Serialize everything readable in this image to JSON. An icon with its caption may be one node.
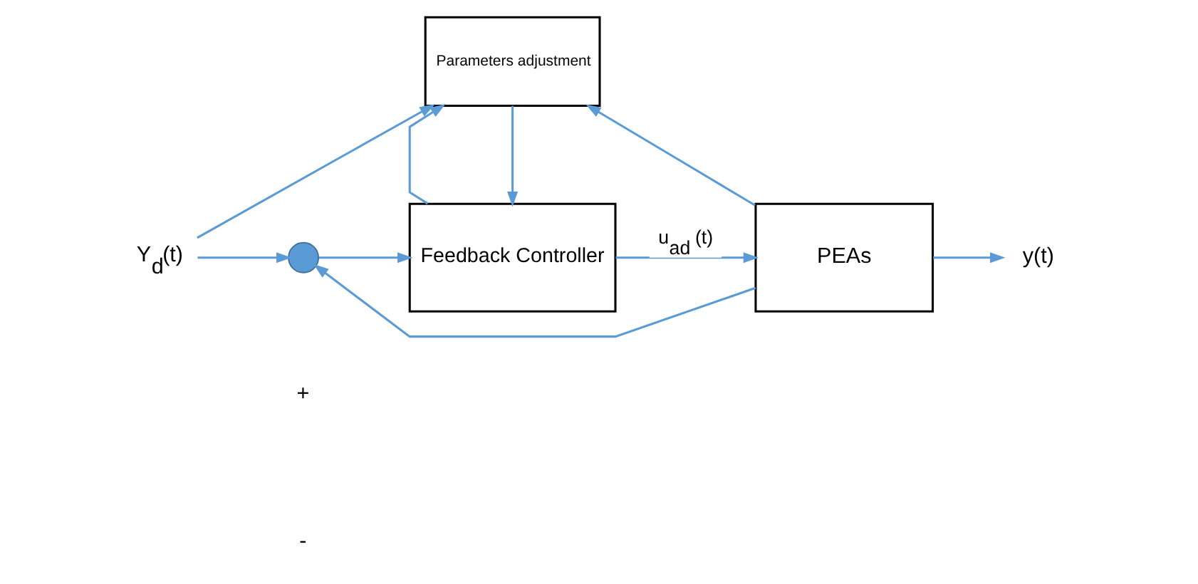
{
  "diagram": {
    "nodes": [
      {
        "text": [
          "Parameters adjustment"
        ]
      },
      {
        "text": [
          "Y$_{d}$(t)"
        ]
      },
      {
        "text": [],
        "shape": "circle"
      },
      {
        "text": [
          "Feedback Controller"
        ]
      },
      {
        "text": [
          "PEAs"
        ]
      },
      {
        "text": [
          "y(t)"
        ]
      }
    ],
    "edges": [
      {
        "from": 1,
        "to": 0,
        "arrow": "to"
      },
      {
        "from": 1,
        "to": 2,
        "arrow": "to"
      },
      {
        "from": 2,
        "to": 3,
        "arrow": "to"
      },
      {
        "from": 0,
        "to": 3,
        "arrow": "to"
      },
      {
        "from": 3,
        "to": 4,
        "arrow": "to",
        "label": "u$_{ad}$ (t)"
      },
      {
        "from": 3,
        "to": 0,
        "arrow": "to"
      },
      {
        "from": 4,
        "to": 5,
        "arrow": "to"
      },
      {
        "from": 4,
        "to": 0,
        "arrow": "to"
      },
      {
        "from": 4,
        "to": 2,
        "arrow": "to"
      }
    ],
    "labels": [
      "+",
      "-"
    ]
  }
}
